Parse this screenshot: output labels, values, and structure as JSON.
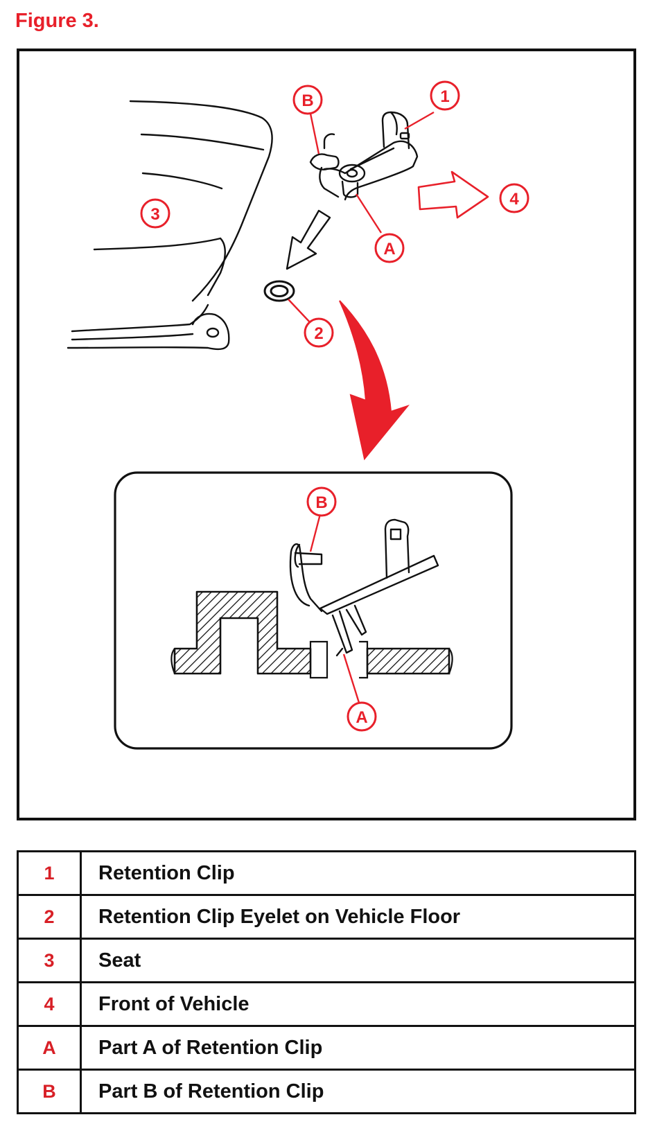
{
  "figure": {
    "title": "Figure 3.",
    "accent_color": "#e8202a",
    "callouts": {
      "c1": "1",
      "c2": "2",
      "c3": "3",
      "c4": "4",
      "cA_top": "A",
      "cB_top": "B",
      "cA_detail": "A",
      "cB_detail": "B"
    }
  },
  "legend": {
    "rows": [
      {
        "key": "1",
        "description": "Retention Clip"
      },
      {
        "key": "2",
        "description": "Retention Clip Eyelet on Vehicle Floor"
      },
      {
        "key": "3",
        "description": "Seat"
      },
      {
        "key": "4",
        "description": "Front of Vehicle"
      },
      {
        "key": "A",
        "description": "Part A of Retention Clip"
      },
      {
        "key": "B",
        "description": "Part B of Retention Clip"
      }
    ]
  }
}
